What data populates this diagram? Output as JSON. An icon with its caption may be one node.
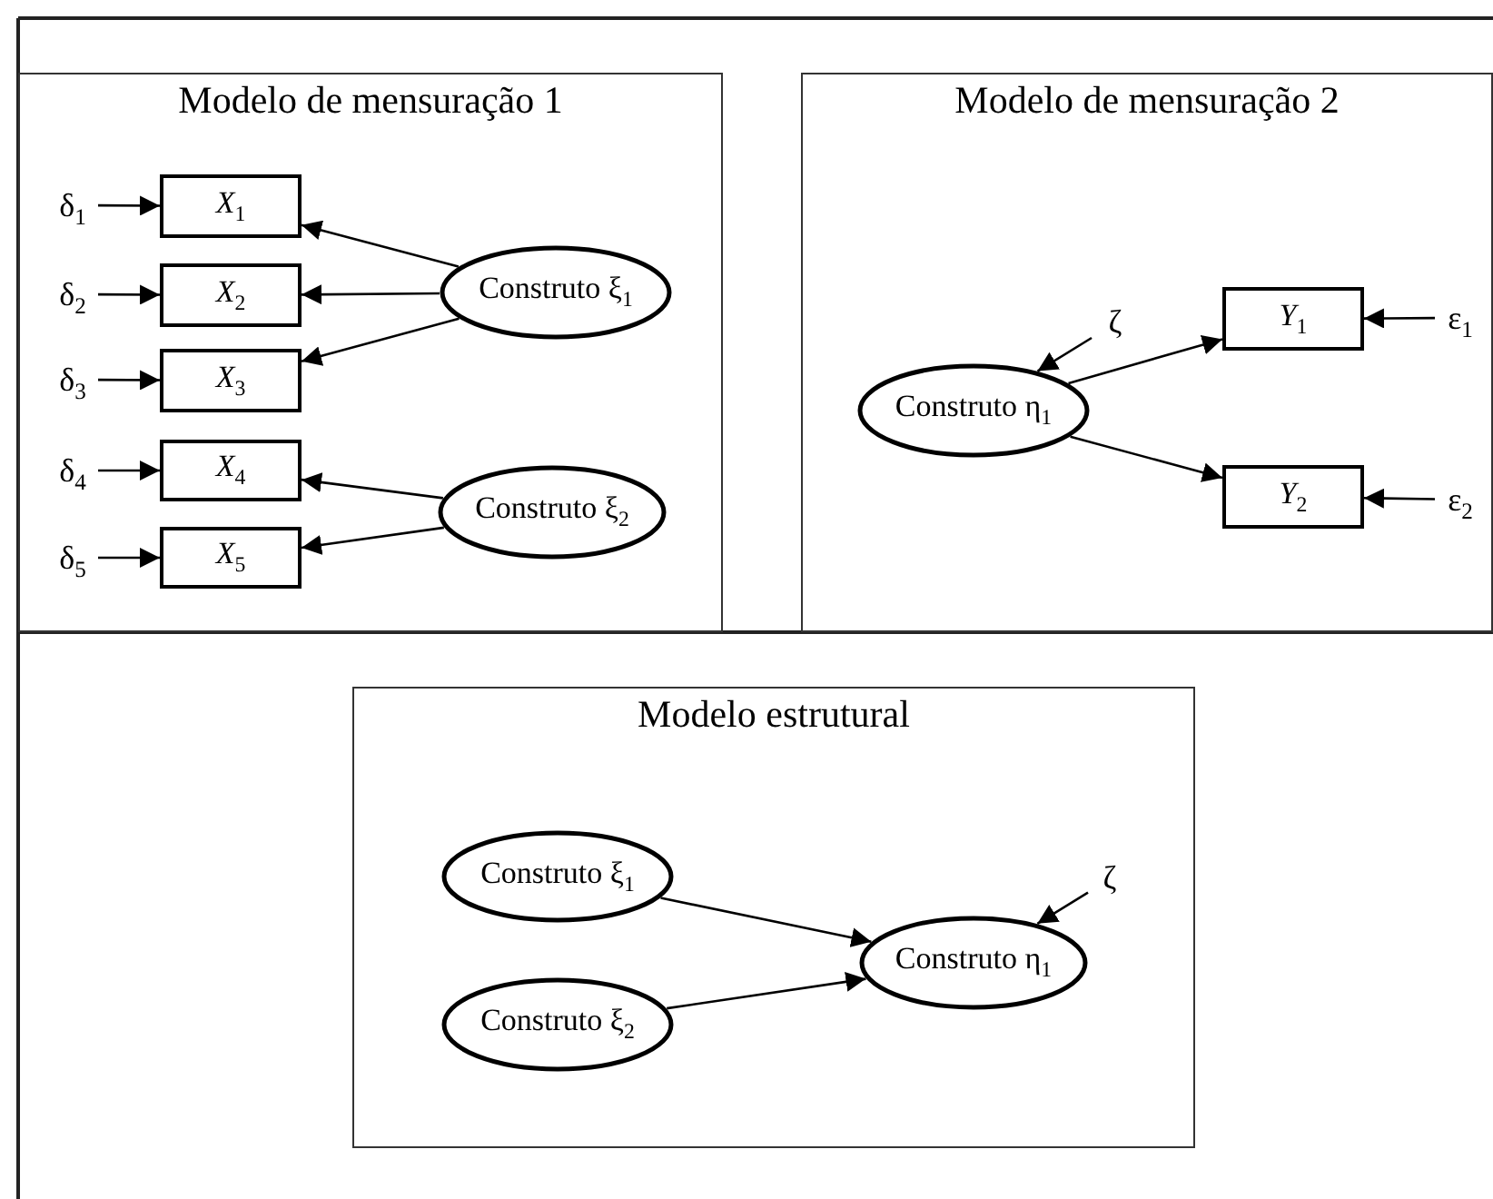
{
  "diagram": {
    "nodes": [
      {
        "text": [
          "Modelo de mensuração 1"
        ]
      },
      {
        "text": [
          "δ$_{1}$"
        ],
        "in": 0
      },
      {
        "text": [
          "δ$_{2}$"
        ],
        "in": 0
      },
      {
        "text": [
          "δ$_{3}$"
        ],
        "in": 0
      },
      {
        "text": [
          "δ$_{4}$"
        ],
        "in": 0
      },
      {
        "text": [
          "δ$_{5}$"
        ],
        "in": 0
      },
      {
        "text": [
          "*X*$_{1}$"
        ],
        "in": 0
      },
      {
        "text": [
          "*X*$_{2}$"
        ],
        "in": 0
      },
      {
        "text": [
          "*X*$_{3}$"
        ],
        "in": 0
      },
      {
        "text": [
          "*X*$_{4}$"
        ],
        "in": 0
      },
      {
        "text": [
          "*X*$_{5}$"
        ],
        "in": 0
      },
      {
        "text": [
          "Construto ξ$_{1}$"
        ],
        "in": 0
      },
      {
        "text": [
          "Construto ξ$_{2}$"
        ],
        "in": 0
      },
      {
        "text": [
          "Modelo de mensuração 2"
        ]
      },
      {
        "text": [
          "ζ"
        ],
        "in": 13
      },
      {
        "text": [
          "Construto η$_{1}$"
        ],
        "in": 13
      },
      {
        "text": [
          "*Y*$_{1}$"
        ],
        "in": 13
      },
      {
        "text": [
          "*Y*$_{2}$"
        ],
        "in": 13
      },
      {
        "text": [
          "ε$_{1}$"
        ],
        "in": 13
      },
      {
        "text": [
          "ε$_{2}$"
        ],
        "in": 13
      },
      {
        "text": [
          "Modelo estrutural"
        ]
      },
      {
        "text": [
          "Construto ξ$_{1}$"
        ],
        "in": 20
      },
      {
        "text": [
          "Construto ξ$_{2}$"
        ],
        "in": 20
      },
      {
        "text": [
          "ζ"
        ],
        "in": 20
      },
      {
        "text": [
          "Construto η$_{1}$"
        ],
        "in": 20
      }
    ],
    "edges": [
      {
        "from": 1,
        "to": 6,
        "arrow": "to"
      },
      {
        "from": 2,
        "to": 7,
        "arrow": "to"
      },
      {
        "from": 3,
        "to": 8,
        "arrow": "to"
      },
      {
        "from": 4,
        "to": 9,
        "arrow": "to"
      },
      {
        "from": 5,
        "to": 10,
        "arrow": "to"
      },
      {
        "from": 11,
        "to": 6,
        "arrow": "to"
      },
      {
        "from": 11,
        "to": 7,
        "arrow": "to"
      },
      {
        "from": 11,
        "to": 8,
        "arrow": "to"
      },
      {
        "from": 12,
        "to": 9,
        "arrow": "to"
      },
      {
        "from": 12,
        "to": 10,
        "arrow": "to"
      },
      {
        "from": 14,
        "to": 15,
        "arrow": "to"
      },
      {
        "from": 15,
        "to": 16,
        "arrow": "to"
      },
      {
        "from": 15,
        "to": 17,
        "arrow": "to"
      },
      {
        "from": 18,
        "to": 16,
        "arrow": "to"
      },
      {
        "from": 19,
        "to": 17,
        "arrow": "to"
      },
      {
        "from": 21,
        "to": 24,
        "arrow": "to"
      },
      {
        "from": 22,
        "to": 24,
        "arrow": "to"
      },
      {
        "from": 23,
        "to": 24,
        "arrow": "to"
      }
    ]
  }
}
